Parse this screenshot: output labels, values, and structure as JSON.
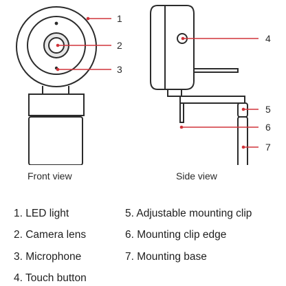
{
  "colors": {
    "outline": "#2b2b2b",
    "accent_red": "#d0343a",
    "lens_ring": "#d6d6d6"
  },
  "views": {
    "front": "Front view",
    "side": "Side view"
  },
  "callout_numbers": [
    "1",
    "2",
    "3",
    "4",
    "5",
    "6",
    "7"
  ],
  "legend": [
    "1. LED light",
    "2. Camera lens",
    "3. Microphone",
    "4. Touch button",
    "5. Adjustable mounting clip",
    "6. Mounting clip edge",
    "7. Mounting base"
  ]
}
